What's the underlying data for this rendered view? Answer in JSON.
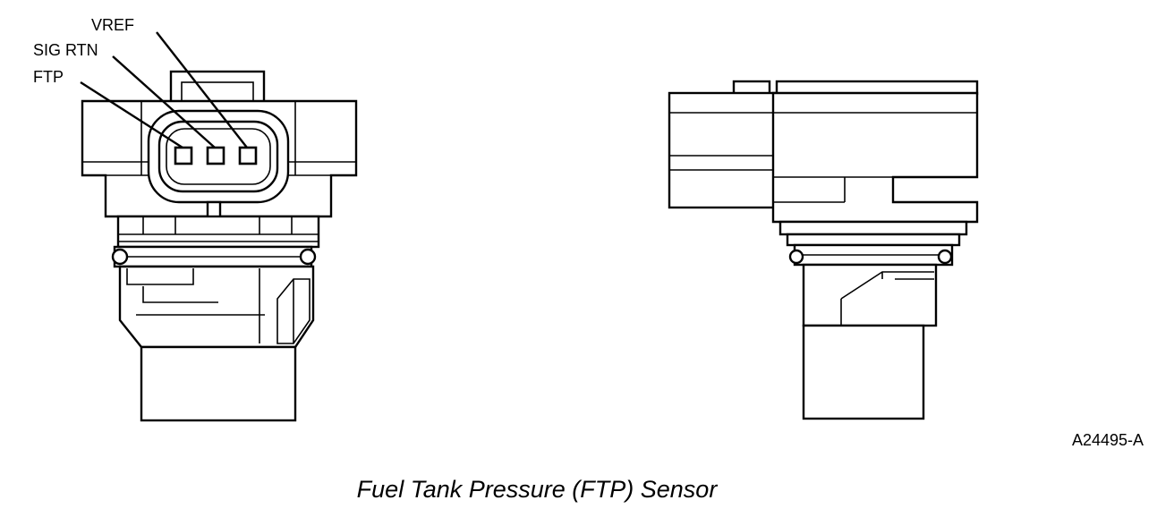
{
  "labels": {
    "vref": "VREF",
    "sig_rtn": "SIG RTN",
    "ftp": "FTP"
  },
  "figure_id": "A24495-A",
  "caption": "Fuel Tank Pressure (FTP) Sensor",
  "colors": {
    "line": "#000000",
    "background": "#ffffff"
  }
}
